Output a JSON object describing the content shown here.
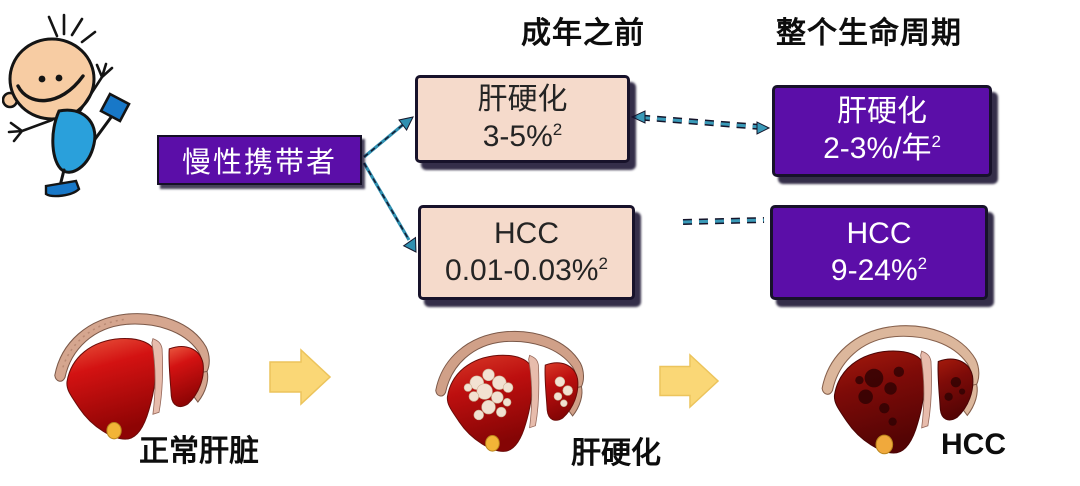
{
  "headers": {
    "before_adulthood": "成年之前",
    "whole_lifetime": "整个生命周期"
  },
  "carrier": {
    "label": "慢性携带者"
  },
  "risk_boxes": {
    "cirrhosis_before": {
      "title": "肝硬化",
      "value": "3-5%",
      "superscript": "2"
    },
    "hcc_before": {
      "title": "HCC",
      "value": "0.01-0.03%",
      "superscript": "2"
    },
    "cirrhosis_lifetime": {
      "title": "肝硬化",
      "value": "2-3%/年",
      "superscript": "2"
    },
    "hcc_lifetime": {
      "title": "HCC",
      "value": "9-24%",
      "superscript": "2"
    }
  },
  "liver_stages": {
    "normal": {
      "label": "正常肝脏"
    },
    "cirrhosis": {
      "label": "肝硬化"
    },
    "hcc": {
      "label": "HCC"
    }
  },
  "icons": {
    "child": "jumping-child-cartoon",
    "normal_liver": "normal-liver-illustration",
    "cirrhotic_liver": "cirrhotic-liver-illustration",
    "hcc_liver": "hcc-liver-illustration",
    "stage_arrow": "yellow-right-block-arrow",
    "connector": "teal-dashed-connector"
  },
  "colors": {
    "purple_fill": "#5B0EA8",
    "pink_fill": "#F5DACB",
    "box_border": "#17122A",
    "teal_accent": "#3596B6",
    "yellow_arrow": "#FAD776",
    "text_dark": "#1F1F1F",
    "text_light": "#FFFFFF"
  }
}
